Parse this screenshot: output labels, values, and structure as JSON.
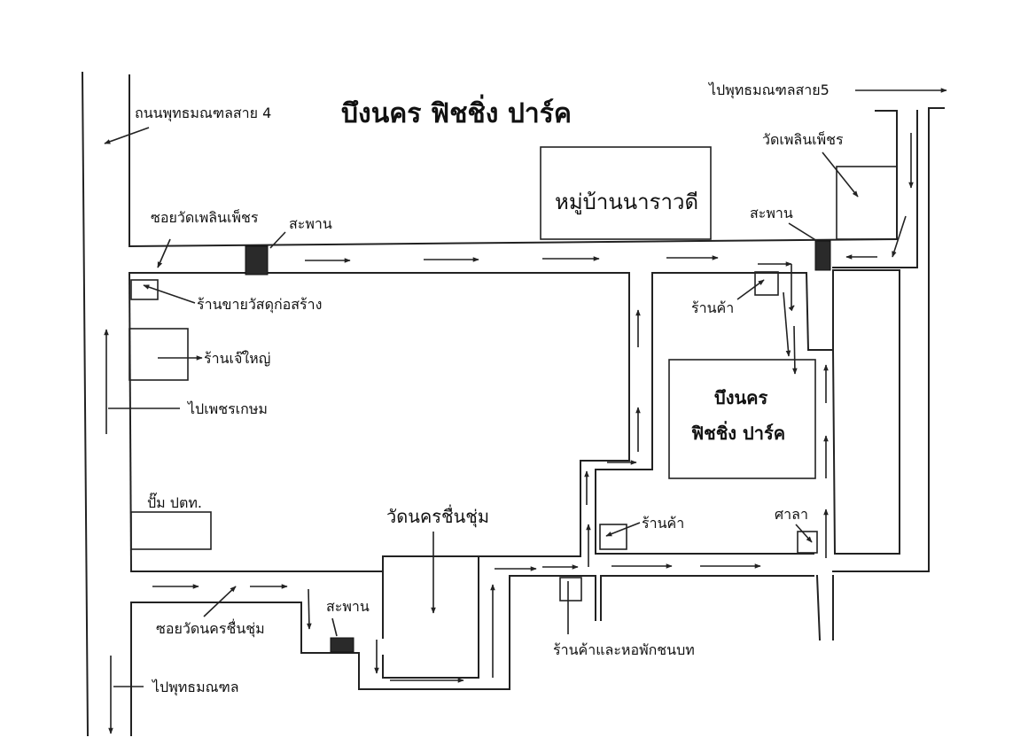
{
  "map": {
    "title": "บึงนคร ฟิชชิ่ง ปาร์ค",
    "labels": {
      "road_left": "ถนนพุทธมณฑลสาย 4",
      "road_right": "ไปพุทธมณฑลสาย5",
      "soi_plern": "ซอยวัดเพลินเพ็ชร",
      "bridge": "สะพาน",
      "hardware_store": "ร้านขายวัสดุก่อสร้าง",
      "jae_yai_store": "ร้านเจ๊ใหญ่",
      "to_petchkasem": "ไปเพชรเกษม",
      "ptt_station": "ปั๊ม ปตท.",
      "wat_nakhon": "วัดนครชื่นชุ่ม",
      "soi_wat_nakhon": "ซอยวัดนครชื่นชุ่ม",
      "to_phutthamonthon": "ไปพุทธมณฑล",
      "village": "หมู่บ้านนาราวดี",
      "wat_plern": "วัดเพลินเพ็ชร",
      "shop": "ร้านค้า",
      "park_line1": "บึงนคร",
      "park_line2": "ฟิชชิ่ง ปาร์ค",
      "pavilion": "ศาลา",
      "shops_dorm": "ร้านค้าและหอพักชนบท"
    }
  }
}
